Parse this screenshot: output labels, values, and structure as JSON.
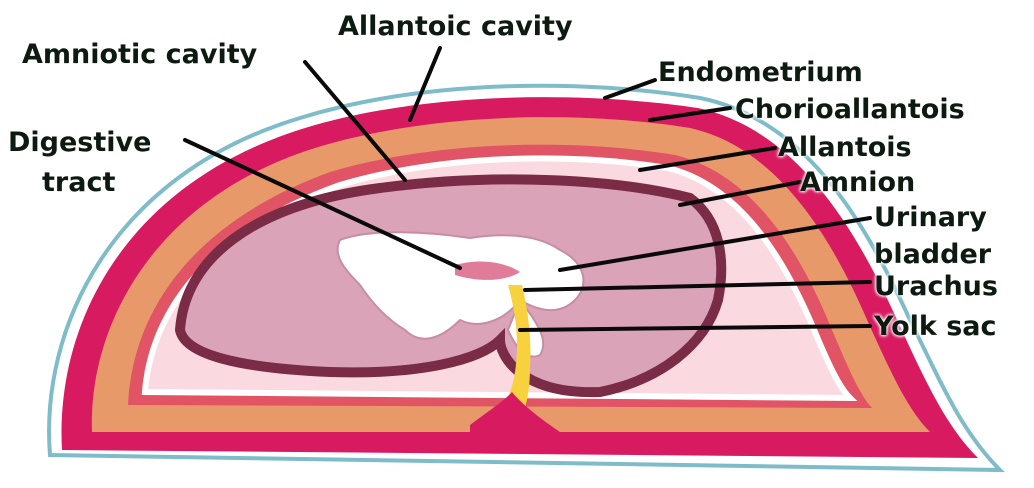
{
  "labels": {
    "allantoic_cavity": "Allantoic cavity",
    "amniotic_cavity": "Amniotic cavity",
    "endometrium": "Endometrium",
    "chorioallantois": "Chorioallantois",
    "allantois": "Allantois",
    "amnion": "Amnion",
    "digestive_line1": "Digestive",
    "digestive_line2": "tract",
    "urinary_line1": "Urinary",
    "urinary_line2": "bladder",
    "urachus": "Urachus",
    "yolk_sac": "Yolk sac"
  },
  "colors": {
    "endometrium": "#d81b60",
    "chorion": "#e8996a",
    "allantoic_fluid": "#f3b8c4",
    "amnion_rim": "#7a2b46",
    "amniotic_fluid": "#dba3b7",
    "yolk_sac": "#f7d23e",
    "leader": "#0a0a0a",
    "outline": "#7fbcc9"
  }
}
